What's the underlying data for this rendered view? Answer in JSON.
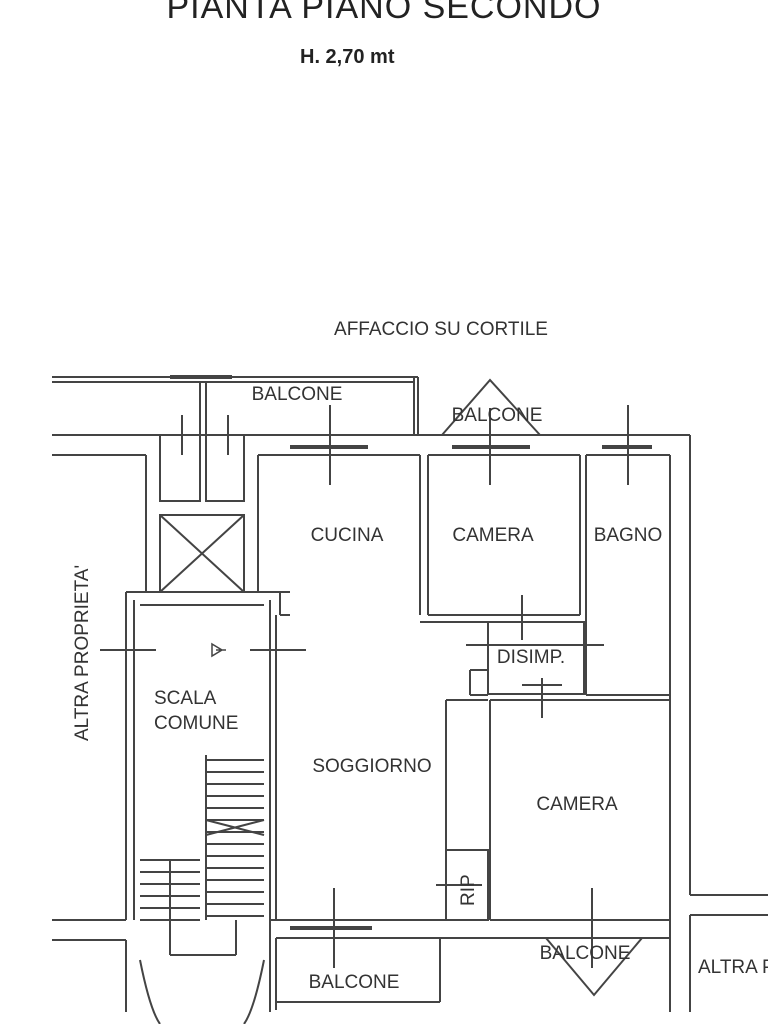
{
  "header": {
    "title": "PIANTA PIANO SECONDO",
    "height_note": "H. 2,70 mt"
  },
  "plan": {
    "orientation_note": "AFFACCIO SU CORTILE",
    "side_labels": {
      "left": "ALTRA PROPRIETA'",
      "right": "ALTRA P"
    },
    "rooms": {
      "balcone_top_left": "BALCONE",
      "balcone_top_center": "BALCONE",
      "cucina": "CUCINA",
      "camera_top": "CAMERA",
      "bagno": "BAGNO",
      "disimpegno": "DISIMP.",
      "scala_comune_line1": "SCALA",
      "scala_comune_line2": "COMUNE",
      "soggiorno": "SOGGIORNO",
      "camera_bottom": "CAMERA",
      "ripostiglio": "RIP",
      "balcone_bottom_left": "BALCONE",
      "balcone_bottom_right": "BALCONE"
    }
  }
}
